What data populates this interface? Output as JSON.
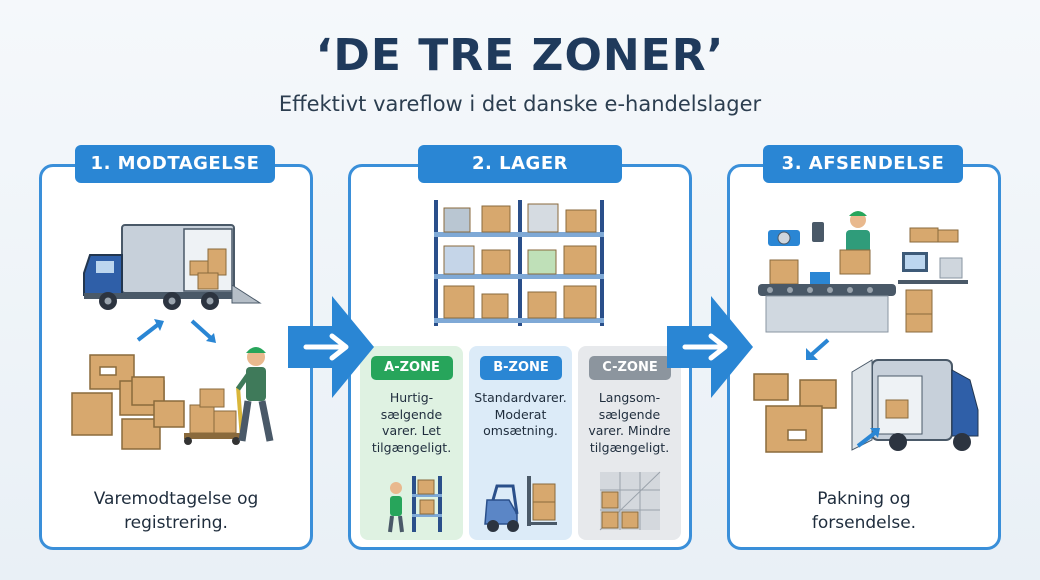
{
  "header": {
    "title": "‘DE TRE ZONER’",
    "subtitle": "Effektivt vareflow i det danske e-handelslager"
  },
  "steps": [
    {
      "label": "1. MODTAGELSE",
      "caption_line1": "Varemodtagelse og",
      "caption_line2": "registrering."
    },
    {
      "label": "2. LAGER"
    },
    {
      "label": "3. AFSENDELSE",
      "caption_line1": "Pakning og",
      "caption_line2": "forsendelse."
    }
  ],
  "zones": [
    {
      "label": "A-ZONE",
      "lines": [
        "Hurtig-",
        "sælgende",
        "varer. Let",
        "tilgængeligt."
      ],
      "color": "#27a55b",
      "bg": "#dff2e2"
    },
    {
      "label": "B-ZONE",
      "lines": [
        "Standardvarer.",
        "Moderat",
        "omsætning."
      ],
      "color": "#2a86d4",
      "bg": "#dcebf8"
    },
    {
      "label": "C-ZONE",
      "lines": [
        "Langsom-",
        "sælgende",
        "varer. Mindre",
        "tilgængeligt."
      ],
      "color": "#8c959e",
      "bg": "#e7e9ec"
    }
  ],
  "colors": {
    "accent": "#2a86d4",
    "title": "#1f3a5c",
    "box": "#d7a86e"
  }
}
